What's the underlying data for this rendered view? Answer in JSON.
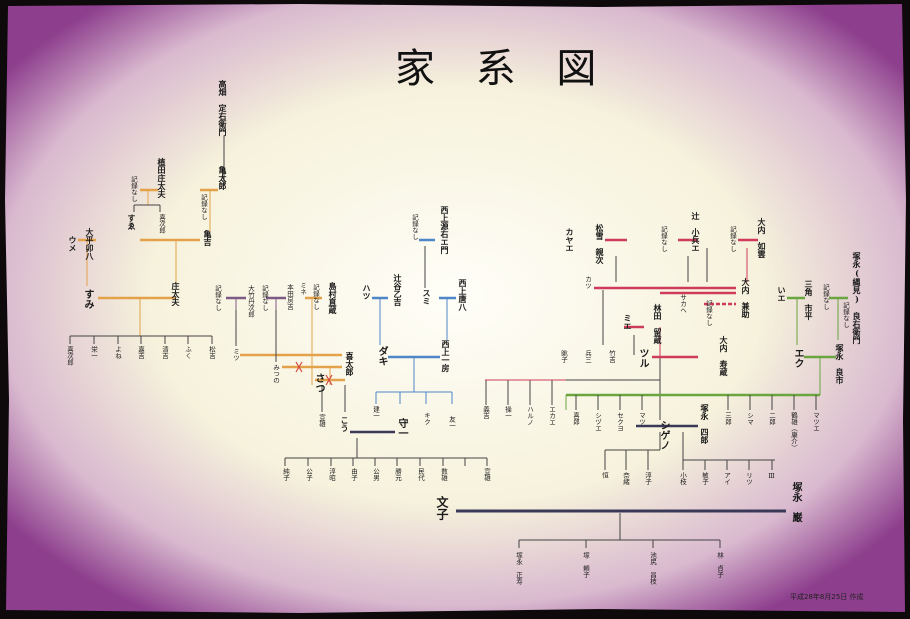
{
  "title": "家 系 図",
  "date": "平成28年8月25日 作成",
  "colors": {
    "orange": "#e3a24a",
    "purple": "#7e5a86",
    "blue": "#4e86c8",
    "crimson": "#cf3b5a",
    "green": "#6aa540",
    "navy": "#3a3a58",
    "black": "#222222"
  },
  "people": {
    "takahata": "高畑　定右衛門",
    "kametaro": "亀太郎",
    "uedaSho": "植田庄太夫",
    "kiroku1": "記録なし",
    "kiroku2": "記録なし",
    "tokujiro": "喜次郎",
    "sue": "すゑ",
    "kamekichi": "亀吉",
    "ume": "ウメ",
    "ohira": "大平卯八",
    "sumi": "すみ",
    "shodayu": "庄太夫",
    "kiroku3": "記録なし",
    "otakeSakae": "大竹丹次郎",
    "kiroku4": "記録なし",
    "motodaMine": "本田房吉",
    "mine": "ミネ",
    "shimamura": "島村直蔵",
    "kiroku5": "記録なし",
    "kiroku6": "記録なし",
    "c1": "喜次郎",
    "c2": "栄一",
    "c3": "よね",
    "c4": "嘉吉",
    "c5": "清吉",
    "c6": "ふく",
    "c7": "松吉",
    "mitsu": "ミツ",
    "mitsuno": "みつの",
    "kijiro": "喜太郎",
    "satsu": "さつ",
    "kou": "こう",
    "teruo": "宣雄",
    "hatsu": "ハツ",
    "tsujiOto": "辻谷乙吉",
    "nishiShinsuke": "西上源右エ門",
    "kiroku7": "記録なし",
    "sumiB": "スミ",
    "nishiTome": "西上唐八",
    "nishiIchi": "西上一房",
    "doki": "ダキ",
    "cb1": "建一",
    "cb2": "守一",
    "cb3": "キク",
    "cb4": "友一",
    "gc1": "純子",
    "gc2": "公子",
    "gc3": "淳昭",
    "gc4": "由子",
    "gc5": "公男",
    "gc6": "勝元",
    "gc7": "民代",
    "gc8": "数雄",
    "gc9": "宣雄",
    "fumiko": "文子",
    "kaya": "カヤエ",
    "matsumoto": "松雪　親次",
    "kiroku8": "記録なし",
    "kaji": "カツ",
    "tsujiKo": "辻　小兵エ",
    "kiroku9": "記録なし",
    "sakahe": "サカヘ",
    "ouchiKaname": "大内　如雲",
    "kiroku10": "記録なし",
    "ouchiKen": "大内　兼助",
    "kiroku11": "記録なし",
    "mie": "ミエ",
    "hayashi": "林田　留蔵",
    "tsuru": "ツル",
    "ouchiJu": "大内　寿蔵",
    "kc1": "眺子",
    "kc2": "兵三",
    "kc3": "竹吉",
    "ie": "いエ",
    "mitsuIchi": "三角　市平",
    "kiroku12": "記録なし",
    "tsukaNaga": "塚永(縄見)　良右衛門",
    "kiroku13": "記録なし",
    "eku": "エク",
    "tsukaRyo": "塚永　良市",
    "r1": "義吉",
    "r2": "操一",
    "r3": "ハルノ",
    "r4": "エカエ",
    "g1": "喜郎",
    "g2": "シヅエ",
    "g3": "セクヨ",
    "g4": "マツ",
    "g5": "三郎",
    "g6": "シマ",
    "g7": "二郎",
    "g8": "鶴雄（康介）",
    "g9": "マツエ",
    "shigeno": "シゲノ",
    "tsukaShiro": "塚永　四郎",
    "s1": "恒",
    "s2": "奈緒",
    "s3": "淳子",
    "s4": "小枝",
    "s5": "敏子",
    "s6": "アイ",
    "s7": "リツ",
    "s8": "Ⅲ",
    "tsukaGen": "塚永　巌",
    "f1": "塚永　正寿",
    "f2": "塚　頼子",
    "f3": "池尻　昌枝",
    "f4": "林　貞子"
  }
}
